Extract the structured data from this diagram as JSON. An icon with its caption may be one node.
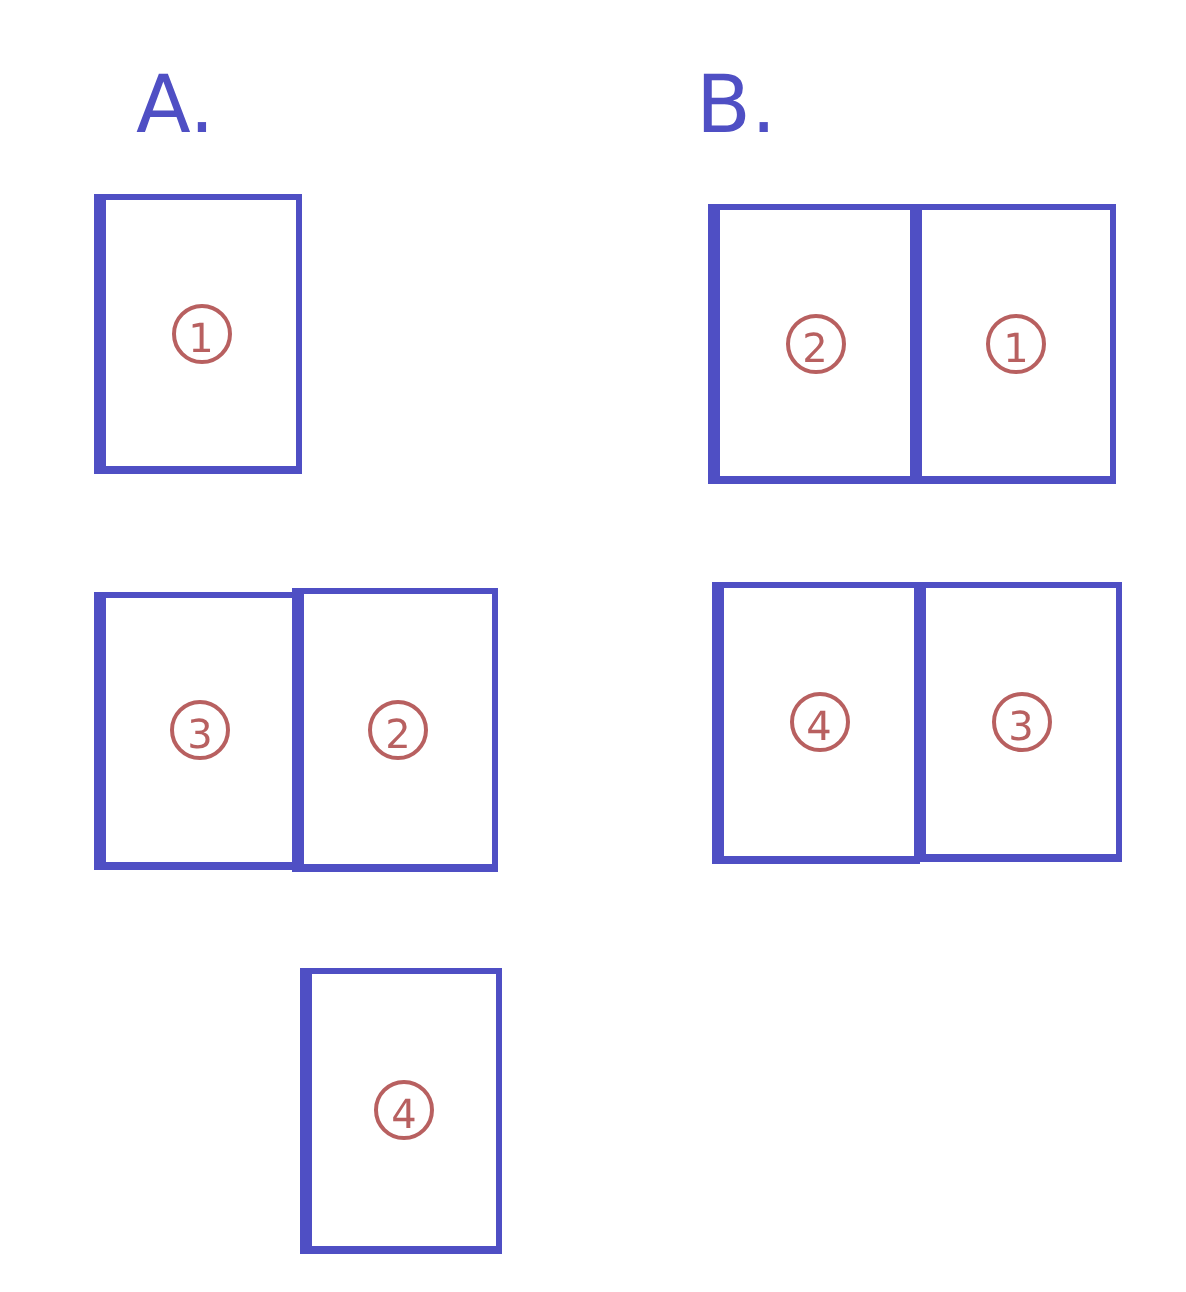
{
  "diagram": {
    "nodes": [
      {
        "text": [
          "1"
        ]
      },
      {
        "text": [
          "3"
        ]
      },
      {
        "text": [
          "2"
        ]
      },
      {
        "text": [
          "4"
        ]
      },
      {
        "text": [
          "2"
        ]
      },
      {
        "text": [
          "1"
        ]
      },
      {
        "text": [
          "4"
        ]
      },
      {
        "text": [
          "3"
        ]
      }
    ],
    "labels": [
      "A.",
      "B."
    ]
  }
}
